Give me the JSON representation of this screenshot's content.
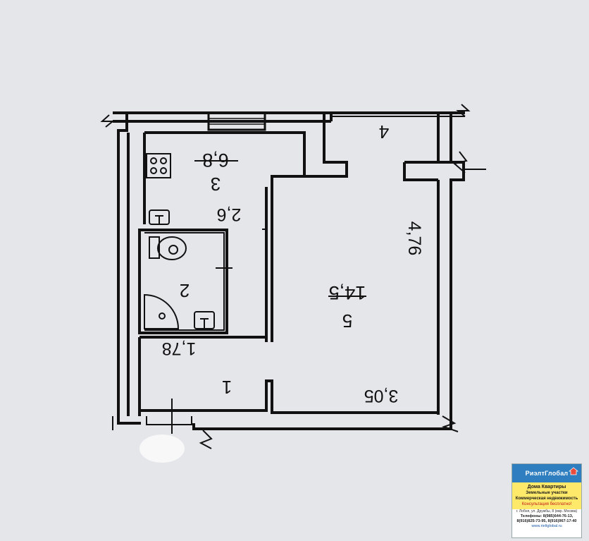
{
  "rooms": [
    {
      "num": "1"
    },
    {
      "num": "2"
    },
    {
      "num": "3",
      "area": "6,8"
    },
    {
      "num": "4"
    },
    {
      "num": "5",
      "area": "14,5"
    }
  ],
  "dimensions": {
    "kitchen_width": "2,6",
    "hall_width": "1,78",
    "room_height": "4,76",
    "room_width": "3,05"
  },
  "ad": {
    "logo": "РиэлтГлобал",
    "line1": "Дома   Квартиры",
    "line2": "Земельные участки",
    "line3": "Коммерческая недвижимость",
    "line4": "Консультация бесплатно!",
    "address": "г. Лобня, ул. Дружбы, 8 (мкр. Москва)",
    "phones_label": "Телефоны:",
    "phones1": "8(985)644-76-13,",
    "phones2": "8(916)825-73-95, 8(916)967-17-40",
    "url": "www.rieltglobal.ru"
  }
}
